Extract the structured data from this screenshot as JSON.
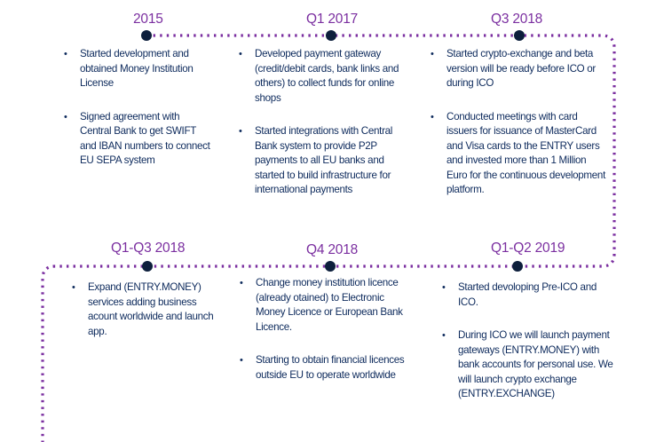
{
  "milestones": [
    {
      "label": "2015",
      "items": [
        "Started development and obtained Money Institution License",
        "Signed agreement with Central Bank to get SWIFT and IBAN numbers to connect EU SEPA system"
      ]
    },
    {
      "label": "Q1 2017",
      "items": [
        "Developed payment gateway (credit/debit cards, bank links and others) to collect funds for online shops",
        "Started integrations with Central Bank system to provide P2P payments to all EU banks and started to build infrastructure for international payments"
      ]
    },
    {
      "label": "Q3 2018",
      "items": [
        "Started crypto-exchange and beta version will be ready before ICO or during ICO",
        "Conducted meetings with card issuers for issuance of MasterCard and Visa cards to the ENTRY users and invested more than 1 Million Euro for the continuous development platform."
      ]
    },
    {
      "label": "Q1-Q3 2018",
      "items": [
        "Expand (ENTRY.MONEY) services adding business acount worldwide and launch app."
      ]
    },
    {
      "label": "Q4 2018",
      "items": [
        "Change money institution licence (already otained) to Electronic Money Licence or European Bank Licence.",
        "Starting to obtain financial licences outside EU to operate worldwide"
      ]
    },
    {
      "label": "Q1-Q2 2019",
      "items": [
        "Started devoloping Pre-ICO and ICO.",
        "During ICO we will launch payment gateways (ENTRY.MONEY) with bank accounts for personal use. We will launch crypto exchange (ENTRY.EXCHANGE)"
      ]
    }
  ],
  "colors": {
    "path": "#7b2fa0",
    "node": "#0d1f3c",
    "label": "#7b2fa0",
    "text": "#0d2a5c"
  }
}
